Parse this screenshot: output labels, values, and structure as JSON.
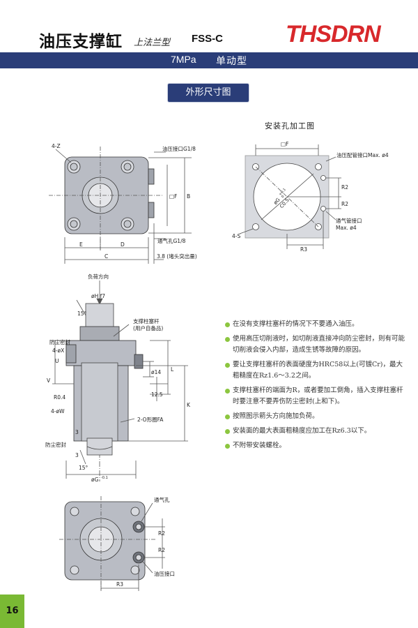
{
  "header": {
    "title": "油压支撑缸",
    "subtitle": "上法兰型",
    "model": "FSS-C",
    "logo": "THSDRN",
    "pressure": "7MPa",
    "action_type": "单动型"
  },
  "section_title": "外形尺寸图",
  "mounting_title": "安装孔加工图",
  "drawing1": {
    "label_4z": "4-Z",
    "label_oil_port": "油压接口G1/8",
    "label_f": "□F",
    "label_b": "B",
    "label_vent": "通气孔G1/8",
    "label_e": "E",
    "label_d": "D",
    "label_c": "C",
    "label_cap": "3.8 (堵头突出量)"
  },
  "drawing2": {
    "label_f": "□F",
    "label_oil_pipe": "油压配管接口Max. ø4",
    "label_og": "øG",
    "label_tol": "+0.1",
    "label_tol2": "0",
    "label_c05": "C0.5",
    "label_r2a": "R2",
    "label_r2b": "R2",
    "label_vent": "通气管接口",
    "label_vent2": "Max. ø4",
    "label_4s": "4-S",
    "label_r3": "R3"
  },
  "drawing3": {
    "load_dir": "负荷方向",
    "label_oh": "øH f7",
    "label_15a": "15°",
    "label_rod": "支撑柱塞杆",
    "label_rod2": "(用户自备品)",
    "label_seal": "防尘密封",
    "label_4ox": "4-øX",
    "label_u": "U",
    "label_v": "V",
    "label_o14": "ø14",
    "label_l": "L",
    "label_r04": "R0.4",
    "label_125": "12.5",
    "label_4ow": "4-øW",
    "label_k": "K",
    "label_oring": "2-O形圈FA",
    "label_seal2": "防尘密封",
    "label_3a": "3",
    "label_3b": "3",
    "label_15b": "15°",
    "label_og": "øG",
    "label_og_tol": "-0.1"
  },
  "drawing4": {
    "label_vent": "通气孔",
    "label_r2a": "R2",
    "label_r2b": "R2",
    "label_oil": "油压接口",
    "label_r3": "R3"
  },
  "notes": [
    "在没有支撑柱塞杆的情况下不要通入油压。",
    "使用高压切削液时，如切削液直接冲向防尘密封，则有可能切削液会侵入内部，造成生锈等故障的原因。",
    "要让支撑柱塞杆的表面硬度为HRC58以上(可镀Cr)，最大粗糙度在Rz1.6～3.2之间。",
    "支撑柱塞杆的端面为R，或者要加工倒角，插入支撑柱塞杆时要注意不要弄伤防尘密封(上和下)。",
    "按照图示箭头方向施加负荷。",
    "安装面的最大表面粗糙度应加工在Rz6.3以下。",
    "不附带安装螺栓。"
  ],
  "page_number": "16",
  "colors": {
    "brand_red": "#d8282b",
    "header_blue": "#2a3d78",
    "accent_green": "#7ab934",
    "part_gray": "#b9bcc4"
  }
}
